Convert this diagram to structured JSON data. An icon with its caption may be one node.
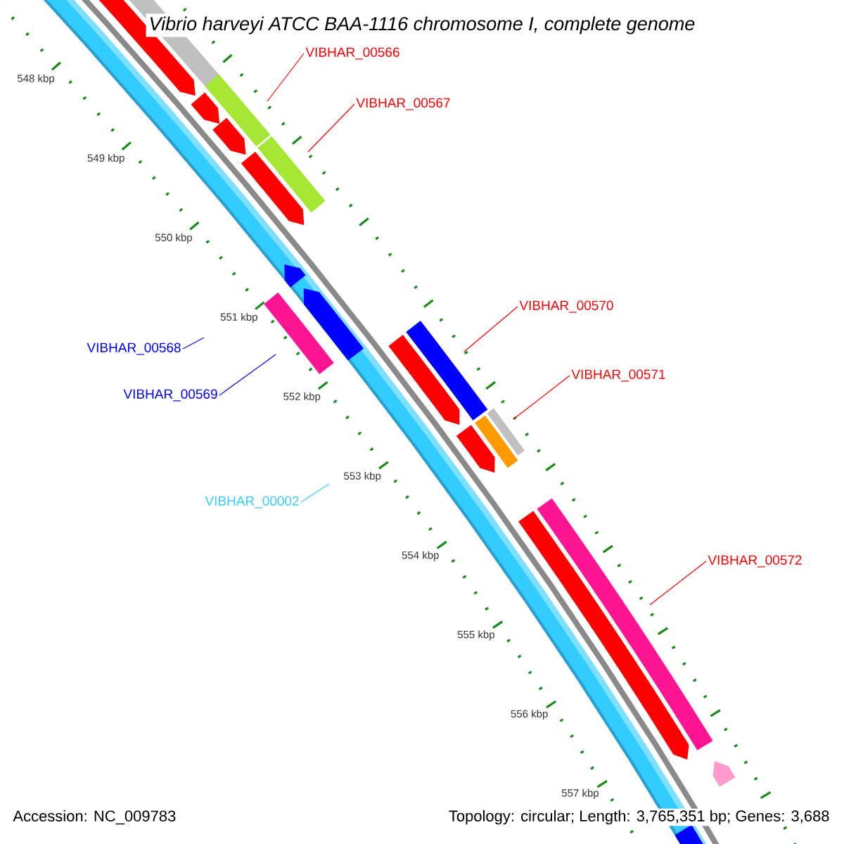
{
  "diagram": {
    "title": "Vibrio harveyi ATCC BAA-1116 chromosome I, complete genome",
    "nodes": [
      {
        "text": [
          "VIBHAR_00566"
        ]
      },
      {
        "text": [
          "VIBHAR_00567"
        ]
      },
      {
        "text": [
          "VIBHAR_00568"
        ]
      },
      {
        "text": [
          "VIBHAR_00569"
        ]
      },
      {
        "text": [
          "VIBHAR_00002"
        ]
      },
      {
        "text": [
          "VIBHAR_00570"
        ]
      },
      {
        "text": [
          "VIBHAR_00571"
        ]
      },
      {
        "text": [
          "VIBHAR_00572"
        ]
      }
    ],
    "edges": [
      {
        "from": 0,
        "to": null,
        "arrow": "none"
      },
      {
        "from": 1,
        "to": null,
        "arrow": "none"
      },
      {
        "from": 2,
        "to": null,
        "arrow": "none",
        "color": "#0000ff"
      },
      {
        "from": 3,
        "to": null,
        "arrow": "none",
        "color": "#0000ff"
      },
      {
        "from": 4,
        "to": null,
        "arrow": "none",
        "color": "#33ccff"
      },
      {
        "from": 5,
        "to": null,
        "arrow": "none"
      },
      {
        "from": 6,
        "to": null,
        "arrow": "none"
      },
      {
        "from": 7,
        "to": null,
        "arrow": "none"
      }
    ],
    "labels": [
      "548 kbp",
      "549 kbp",
      "550 kbp",
      "551 kbp",
      "552 kbp",
      "553 kbp",
      "554 kbp",
      "555 kbp",
      "556 kbp",
      "557 kbp",
      "Accession: NC_009783",
      "Topology: circular; Length: 3,765,351 bp; Genes: 3,688"
    ]
  }
}
